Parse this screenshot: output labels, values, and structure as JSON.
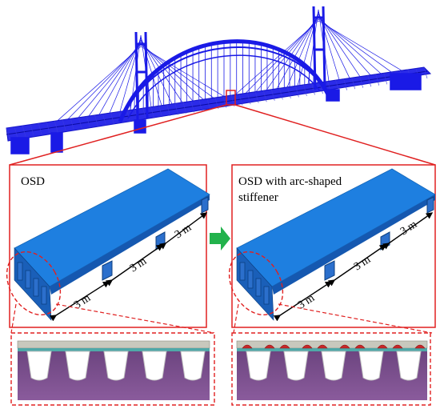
{
  "panels": {
    "left_title": "OSD",
    "right_title_line1": "OSD with arc-shaped",
    "right_title_line2": "stiffener"
  },
  "dimensions": {
    "segment_label": "3 m"
  },
  "colors": {
    "bridge": "#1a1ae6",
    "deck": "#1e7fe0",
    "highlight_box": "#e02020",
    "arrow": "#22b24c",
    "rib_fill": "#7b4d8c",
    "arc_stiffener": "#c8282a",
    "plate": "#c8c8bd"
  }
}
